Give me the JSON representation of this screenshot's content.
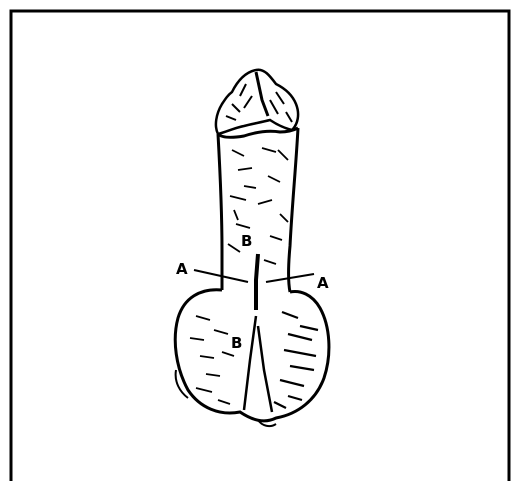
{
  "figure": {
    "labels": {
      "a_left": "A",
      "a_right": "A",
      "b_top": "B",
      "b_bottom": "B"
    },
    "colors": {
      "ink": "#000000",
      "paper": "#ffffff"
    }
  }
}
